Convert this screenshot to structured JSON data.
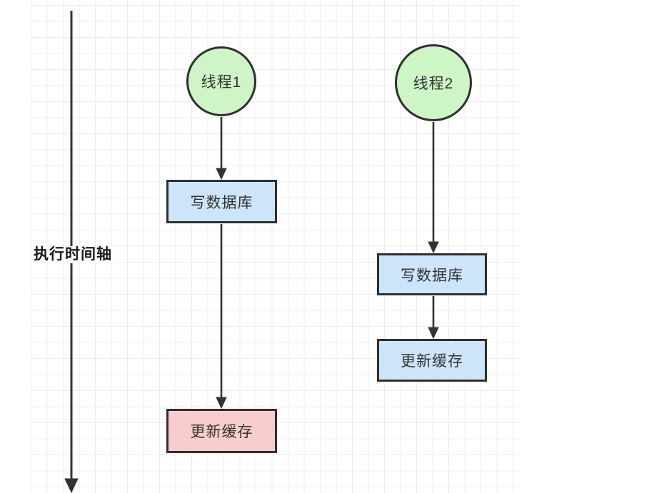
{
  "diagram": {
    "title": "thread-execution-timeline-diagram",
    "timeline": {
      "label": "执行时间轴"
    },
    "threads": [
      {
        "name": "线程1",
        "steps": [
          {
            "label": "写数据库",
            "kind": "db-write"
          },
          {
            "label": "更新缓存",
            "kind": "cache-update-highlighted"
          }
        ]
      },
      {
        "name": "线程2",
        "steps": [
          {
            "label": "写数据库",
            "kind": "db-write"
          },
          {
            "label": "更新缓存",
            "kind": "cache-update"
          }
        ]
      }
    ],
    "colors": {
      "thread_circle_fill": "#cdf5c6",
      "step_blue_fill": "#cde5fa",
      "step_pink_fill": "#f9cdce",
      "shape_border": "#2f2f2f",
      "arrow": "#333333",
      "grid_line": "#ececec",
      "canvas_bg": "#ffffff"
    }
  }
}
